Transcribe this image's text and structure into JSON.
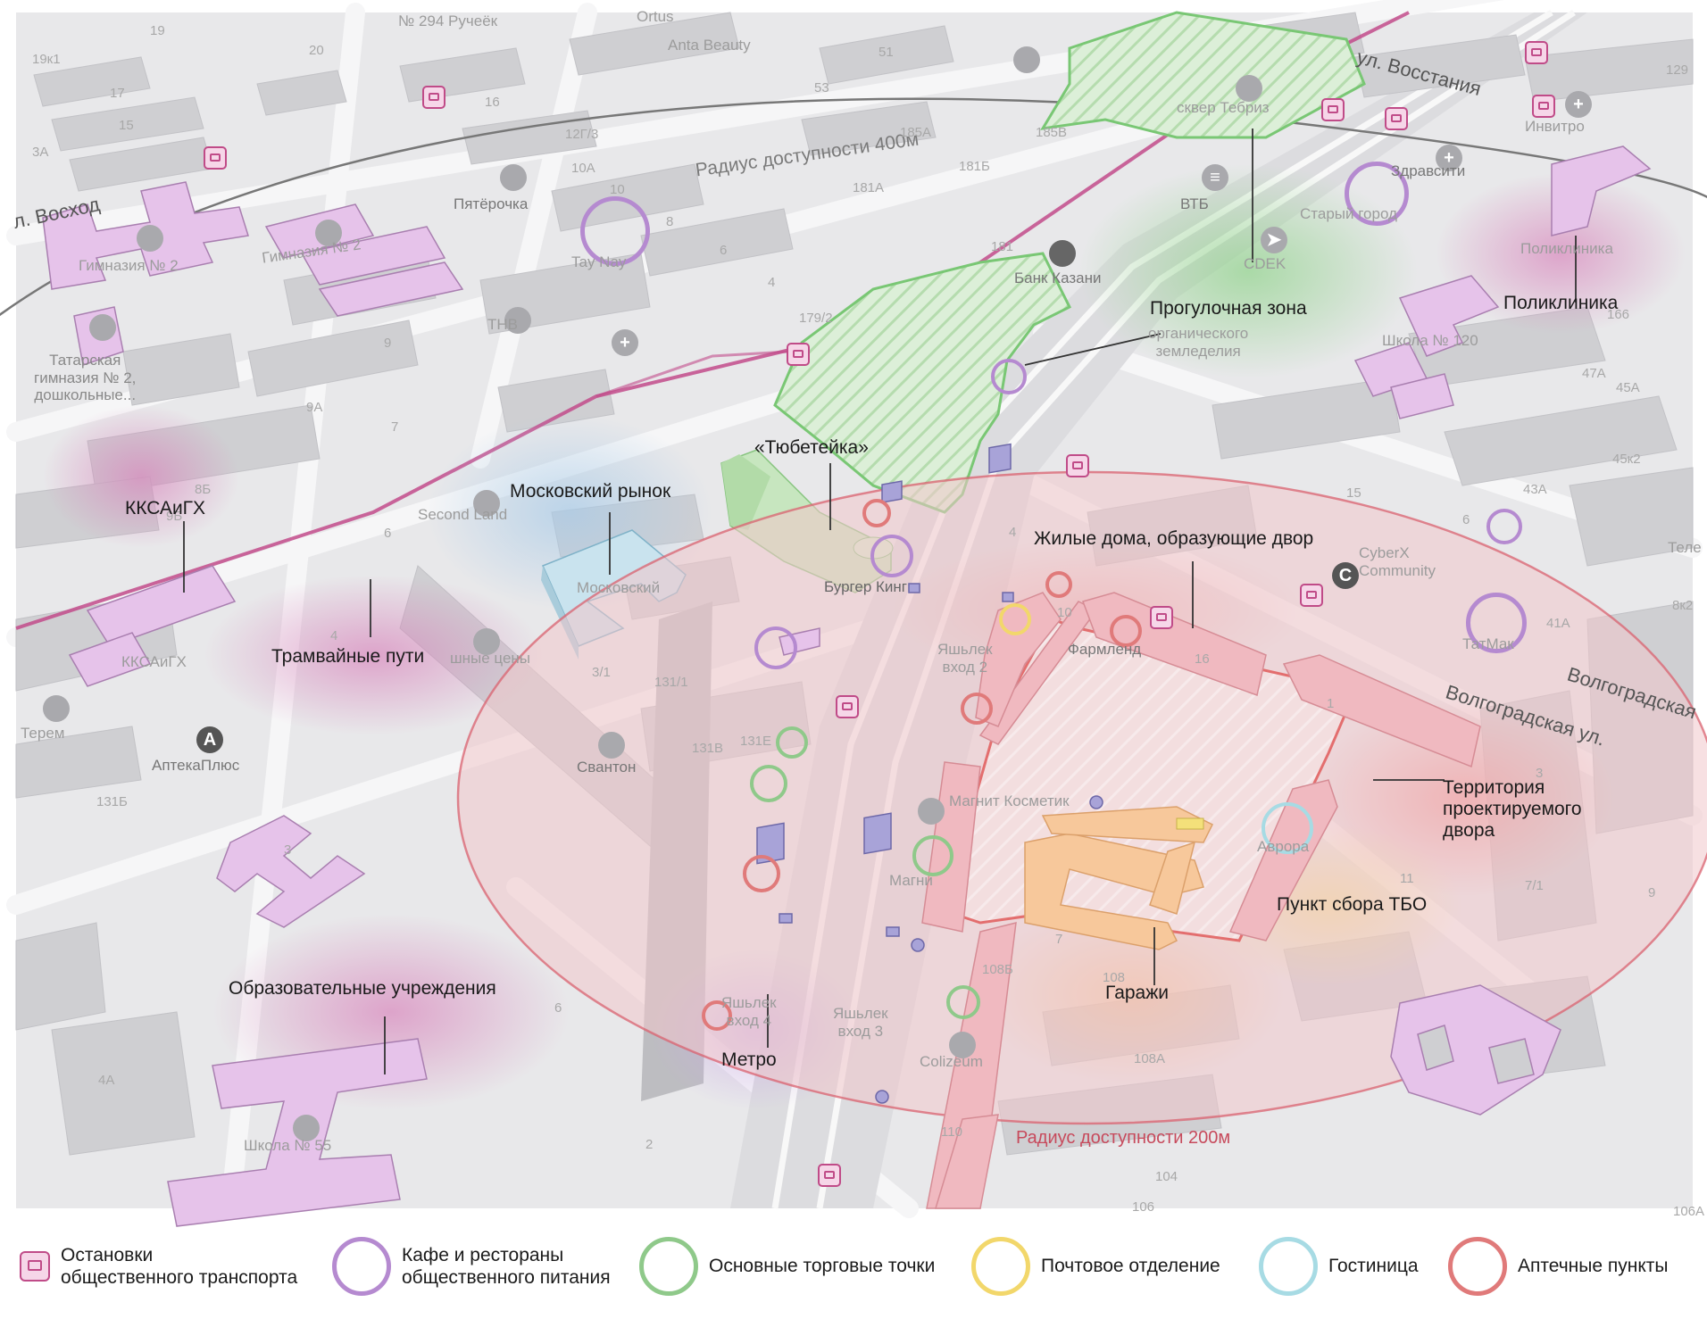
{
  "colors": {
    "transit": "#c04b88",
    "cafe": "#b58ad0",
    "shop": "#8fc98a",
    "post": "#f2d76b",
    "hotel": "#a7dbe4",
    "pharmacy": "#e07a7a",
    "school": "#e6c3ea",
    "market": "#b7d8e6",
    "park": "#9fd397"
  },
  "labels": {
    "kksaigh": "ККСАиГХ",
    "moskovsky_rynok": "Московский рынок",
    "tyubeteyka": "«Тюбетейка»",
    "progulochnaya": "Прогулочная зона",
    "poliklinika": "Поликлиника",
    "zhilye_doma": "Жилые дома, образующие двор",
    "tramvaynye": "Трамвайные пути",
    "territoriya": "Территория\nпроектируемого\nдвора",
    "punkt_tbo": "Пункт сбора ТБО",
    "garazhi": "Гаражи",
    "obrazovatelnye": "Образовательные учреждения",
    "metro": "Метро"
  },
  "streets": {
    "vosstaniya": "ул. Восстания",
    "voskhod": "л. Восход",
    "volgogradskaya": "Волгоградская ул.",
    "volgogradskaya2": "Волгоградская"
  },
  "radius": {
    "r400": "Радиус доступности 400м",
    "r200": "Радиус доступности 200м"
  },
  "poi": {
    "n294": "№ 294 Ручеёк",
    "ortus": "Ortus",
    "anta": "Anta Beauty",
    "skver": "сквер Тебриз",
    "invitro": "Инвитро",
    "zdravsiti": "Здравсити",
    "vtb": "ВТБ",
    "stary_gorod": "Старый город",
    "cdek": "CDEK",
    "poliklinika_map": "Поликлиника",
    "bank_kazani": "Банк Казани",
    "organic": "органического\nземледелия",
    "shkola120": "Школа № 120",
    "pyaterochka": "Пятёрочка",
    "taynay": "Tay Nay",
    "gimnaziya2": "Гимназия № 2",
    "gimnaziya2b": "Гимназия № 2",
    "tatarskaya": "Татарская\nгимназия № 2,\nдошкольные...",
    "tnv": "ТНВ",
    "second_land": "Second Land",
    "moskovsky_map": "Московский",
    "burger_king": "Бургер Кинг",
    "cyberx": "CyberX\nCommunity",
    "tatmak": "ТатМак",
    "farmlend": "Фармленд",
    "yashlek2": "Яшьлек\nвход 2",
    "yashlek4": "Яшьлек\nвход 4",
    "yashlek3": "Яшьлек\nвход 3",
    "kksaigh_map": "ККСАиГХ",
    "teremok": "Терем",
    "nizkie_ceny": "шные цены",
    "aptekaplus": "АптекаПлюс",
    "svanton": "Свантон",
    "magnit": "Магнит Косметик",
    "magnit2": "Магни",
    "avrora": "Аврора",
    "colizeum": "Colizeum",
    "shkola55": "Школа № 55",
    "tele": "Теле"
  },
  "numbers": [
    "19",
    "19к1",
    "17",
    "15",
    "3А",
    "20",
    "16",
    "12Г/3",
    "10А",
    "10",
    "8",
    "6",
    "4",
    "51",
    "53",
    "185А",
    "185В",
    "181Б",
    "181А",
    "181",
    "179/2",
    "9",
    "9А",
    "7",
    "8Б",
    "9Б",
    "6",
    "4",
    "3/1",
    "131/1",
    "131В",
    "131Е",
    "131Б",
    "3",
    "4А",
    "6",
    "2",
    "129",
    "166",
    "47А",
    "45А",
    "45к2",
    "43А",
    "6",
    "8к2",
    "41А",
    "10",
    "16",
    "1",
    "3",
    "7/1",
    "9",
    "11",
    "7",
    "108Б",
    "108",
    "108А",
    "110",
    "104",
    "106",
    "106А",
    "15",
    "4"
  ],
  "legend": [
    {
      "icon": "stop-icon",
      "text": "Остановки\nобщественного транспорта"
    },
    {
      "icon": "cafe-ring-icon",
      "text": "Кафе и рестораны\nобщественного питания"
    },
    {
      "icon": "shop-ring-icon",
      "text": "Основные торговые точки"
    },
    {
      "icon": "post-ring-icon",
      "text": "Почтовое отделение"
    },
    {
      "icon": "hotel-ring-icon",
      "text": "Гостиница"
    },
    {
      "icon": "pharmacy-ring-icon",
      "text": "Аптечные пункты"
    }
  ]
}
